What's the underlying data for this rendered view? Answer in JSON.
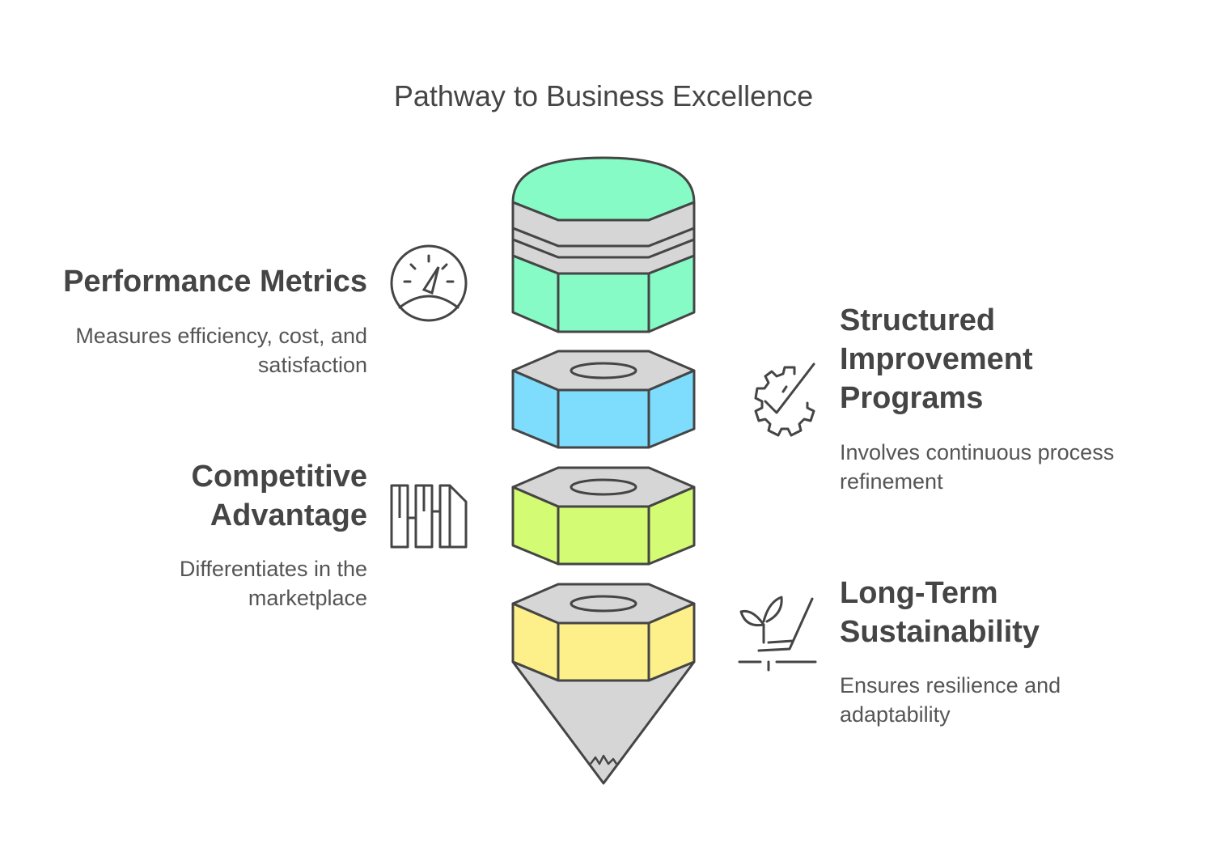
{
  "title": "Pathway to Business Excellence",
  "items": [
    {
      "label": "Performance Metrics",
      "description": "Measures efficiency, cost, and satisfaction",
      "icon": "speedometer-icon",
      "color": "#86fbc6"
    },
    {
      "label": "Structured Improvement Programs",
      "description": "Involves continuous process refinement",
      "icon": "gear-check-icon",
      "color": "#7edcfd"
    },
    {
      "label": "Competitive Advantage",
      "description": "Differentiates in the marketplace",
      "icon": "bar-columns-icon",
      "color": "#d3fb74"
    },
    {
      "label": "Long-Term Sustainability",
      "description": "Ensures resilience and adaptability",
      "icon": "plant-hand-icon",
      "color": "#fdf08a"
    }
  ],
  "colors": {
    "text": "#454545",
    "gray": "#d6d6d6",
    "stroke": "#454545"
  }
}
